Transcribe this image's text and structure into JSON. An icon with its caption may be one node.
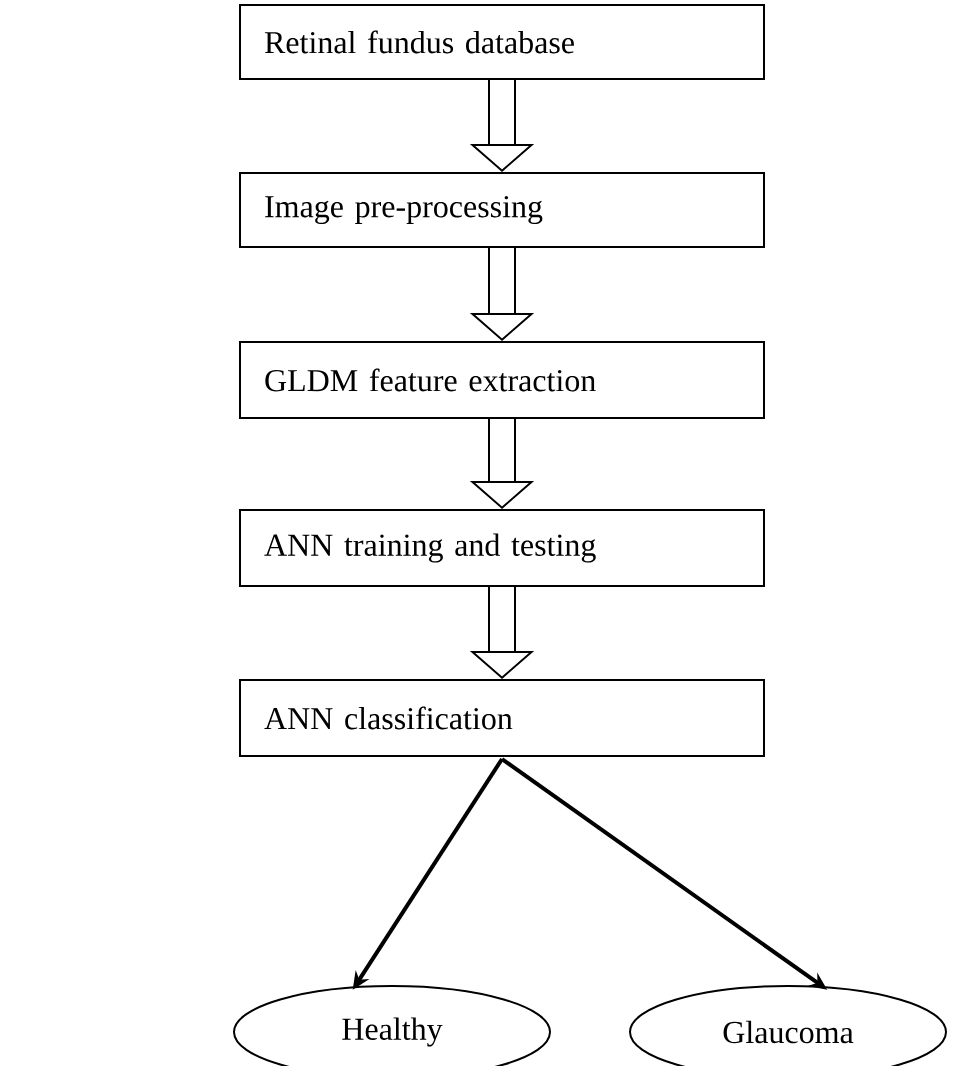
{
  "diagram": {
    "nodes": [
      {
        "text": [
          "Retinal fundus database"
        ]
      },
      {
        "text": [
          "Image pre-processing"
        ]
      },
      {
        "text": [
          "GLDM feature extraction"
        ]
      },
      {
        "text": [
          "ANN training and testing"
        ]
      },
      {
        "text": [
          "ANN classification"
        ]
      },
      {
        "text": [
          "Healthy"
        ]
      },
      {
        "text": [
          "Glaucoma"
        ]
      }
    ],
    "edges": [
      {
        "from": 0,
        "to": 1,
        "arrow": "to"
      },
      {
        "from": 1,
        "to": 2,
        "arrow": "to"
      },
      {
        "from": 2,
        "to": 3,
        "arrow": "to"
      },
      {
        "from": 3,
        "to": 4,
        "arrow": "to"
      },
      {
        "from": 4,
        "to": 5,
        "arrow": "to"
      },
      {
        "from": 4,
        "to": 6,
        "arrow": "to"
      }
    ]
  }
}
